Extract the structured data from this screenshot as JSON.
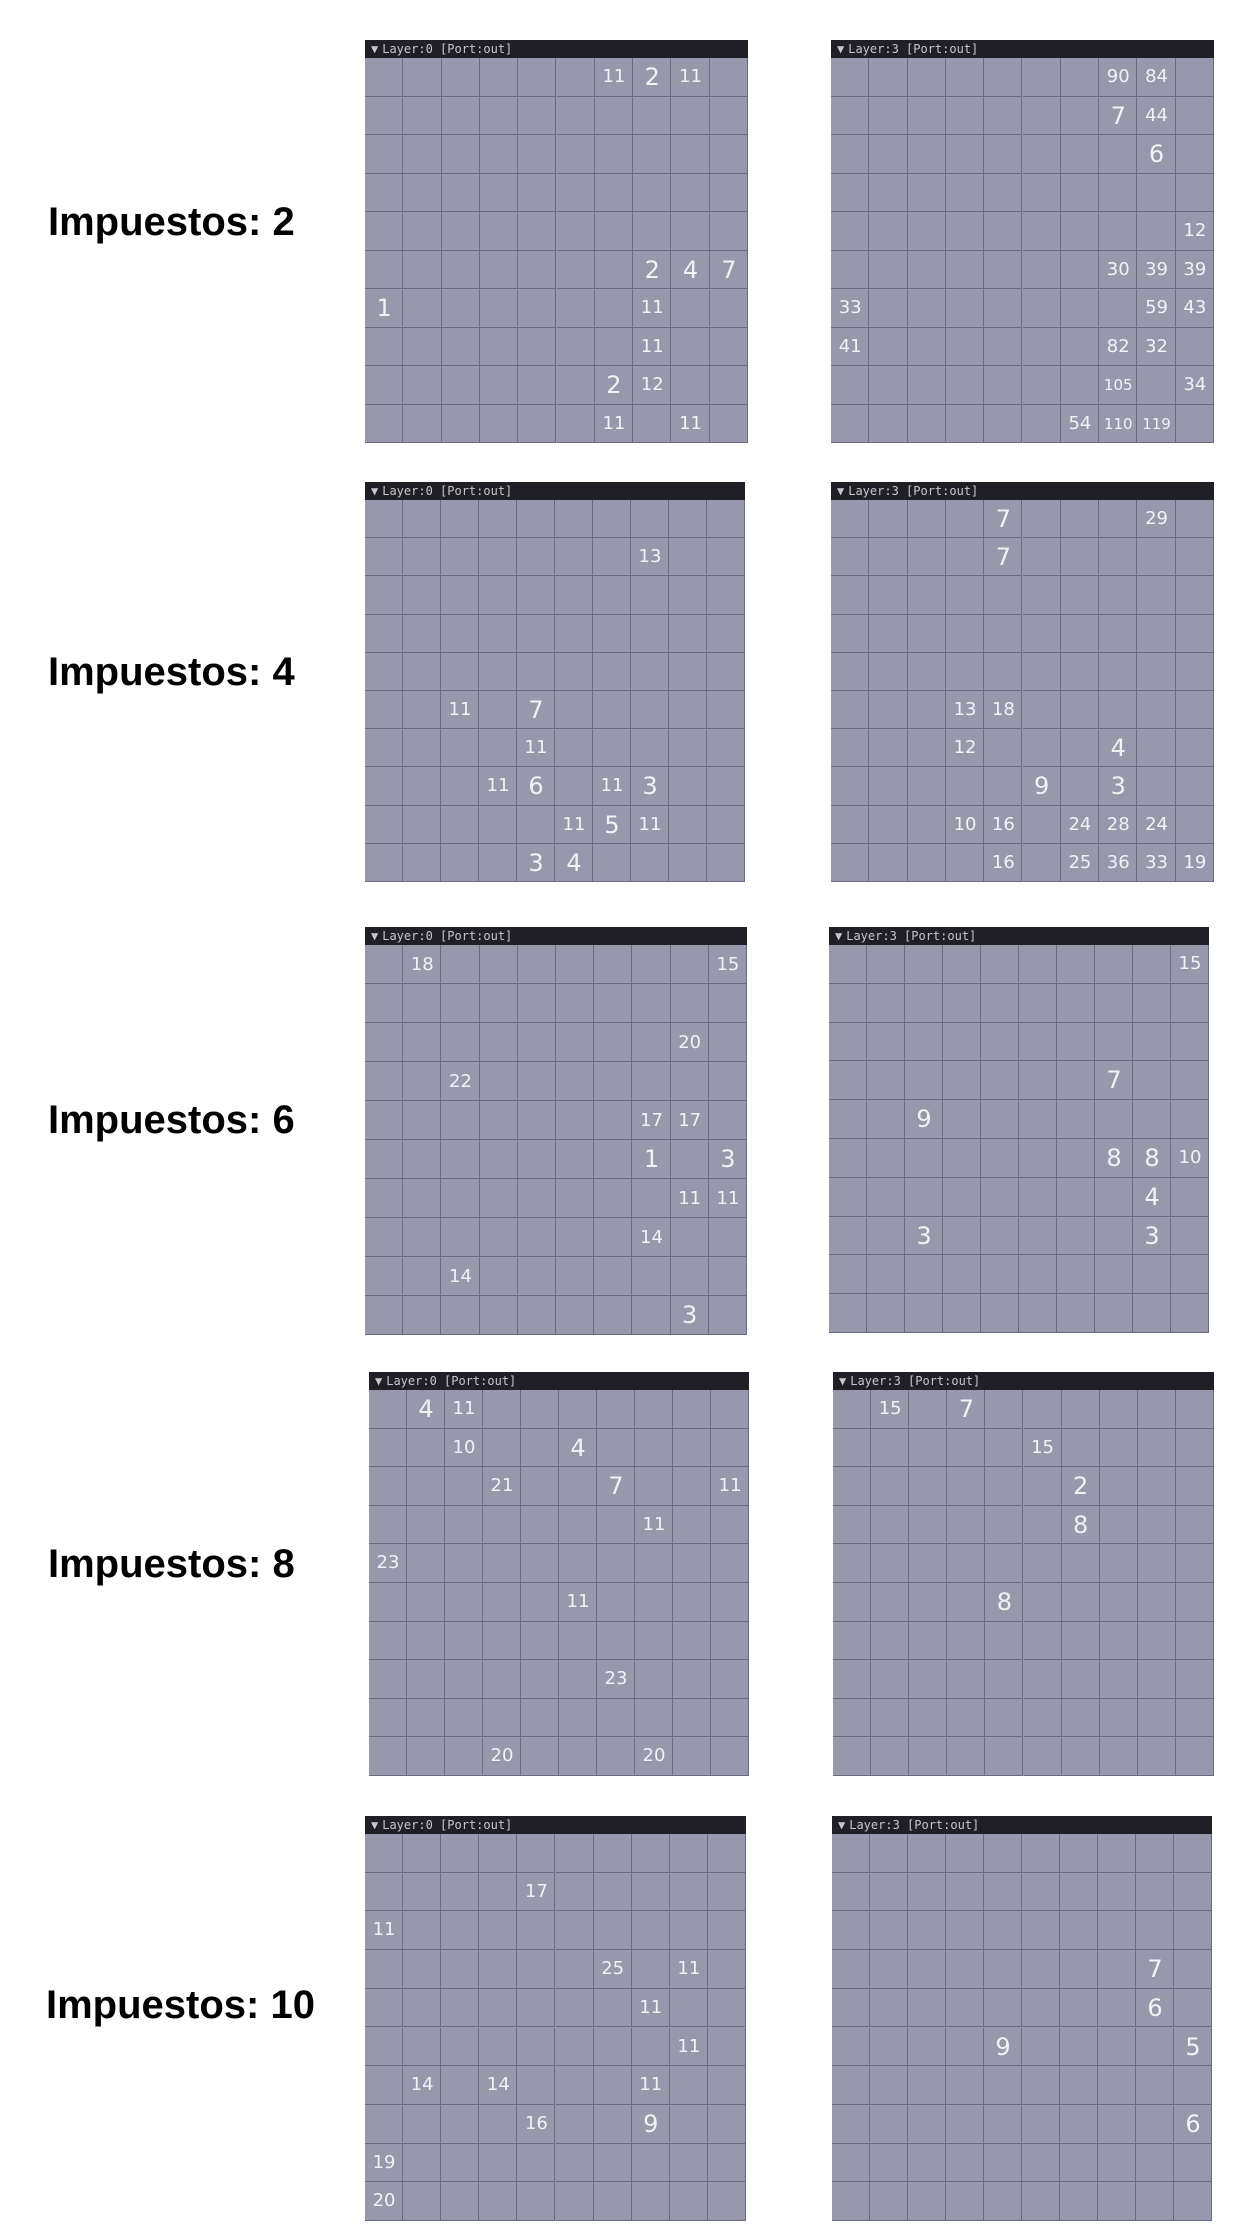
{
  "rows": [
    {
      "label": "Impuestos: 2",
      "panels": [
        {
          "title": "Layer:0 [Port:out]",
          "cells": [
            [
              0,
              6,
              "11"
            ],
            [
              0,
              7,
              "2"
            ],
            [
              0,
              8,
              "11"
            ],
            [
              5,
              7,
              "2"
            ],
            [
              5,
              8,
              "4"
            ],
            [
              5,
              9,
              "7"
            ],
            [
              6,
              0,
              "1"
            ],
            [
              6,
              7,
              "11"
            ],
            [
              7,
              7,
              "11"
            ],
            [
              8,
              6,
              "2"
            ],
            [
              8,
              7,
              "12"
            ],
            [
              9,
              6,
              "11"
            ],
            [
              9,
              8,
              "11"
            ]
          ]
        },
        {
          "title": "Layer:3 [Port:out]",
          "cells": [
            [
              0,
              7,
              "90"
            ],
            [
              0,
              8,
              "84"
            ],
            [
              1,
              7,
              "7"
            ],
            [
              1,
              8,
              "44"
            ],
            [
              2,
              8,
              "6"
            ],
            [
              4,
              9,
              "12"
            ],
            [
              5,
              7,
              "30"
            ],
            [
              5,
              8,
              "39"
            ],
            [
              5,
              9,
              "39"
            ],
            [
              6,
              0,
              "33"
            ],
            [
              6,
              8,
              "59"
            ],
            [
              6,
              9,
              "43"
            ],
            [
              7,
              0,
              "41"
            ],
            [
              7,
              7,
              "82"
            ],
            [
              7,
              8,
              "32"
            ],
            [
              8,
              7,
              "105"
            ],
            [
              8,
              9,
              "34"
            ],
            [
              9,
              6,
              "54"
            ],
            [
              9,
              7,
              "110"
            ],
            [
              9,
              8,
              "119"
            ]
          ]
        }
      ]
    },
    {
      "label": "Impuestos: 4",
      "panels": [
        {
          "title": "Layer:0 [Port:out]",
          "cells": [
            [
              1,
              7,
              "13"
            ],
            [
              5,
              2,
              "11"
            ],
            [
              5,
              4,
              "7"
            ],
            [
              6,
              4,
              "11"
            ],
            [
              7,
              3,
              "11"
            ],
            [
              7,
              4,
              "6"
            ],
            [
              7,
              6,
              "11"
            ],
            [
              7,
              7,
              "3"
            ],
            [
              8,
              5,
              "11"
            ],
            [
              8,
              6,
              "5"
            ],
            [
              8,
              7,
              "11"
            ],
            [
              9,
              4,
              "3"
            ],
            [
              9,
              5,
              "4"
            ]
          ]
        },
        {
          "title": "Layer:3 [Port:out]",
          "cells": [
            [
              0,
              4,
              "7"
            ],
            [
              0,
              8,
              "29"
            ],
            [
              1,
              4,
              "7"
            ],
            [
              5,
              3,
              "13"
            ],
            [
              5,
              4,
              "18"
            ],
            [
              6,
              3,
              "12"
            ],
            [
              6,
              7,
              "4"
            ],
            [
              7,
              5,
              "9"
            ],
            [
              7,
              7,
              "3"
            ],
            [
              8,
              3,
              "10"
            ],
            [
              8,
              4,
              "16"
            ],
            [
              8,
              6,
              "24"
            ],
            [
              8,
              7,
              "28"
            ],
            [
              8,
              8,
              "24"
            ],
            [
              9,
              4,
              "16"
            ],
            [
              9,
              6,
              "25"
            ],
            [
              9,
              7,
              "36"
            ],
            [
              9,
              8,
              "33"
            ],
            [
              9,
              9,
              "19"
            ]
          ]
        }
      ]
    },
    {
      "label": "Impuestos: 6",
      "panels": [
        {
          "title": "Layer:0 [Port:out]",
          "cells": [
            [
              0,
              1,
              "18"
            ],
            [
              0,
              9,
              "15"
            ],
            [
              2,
              8,
              "20"
            ],
            [
              3,
              2,
              "22"
            ],
            [
              4,
              7,
              "17"
            ],
            [
              4,
              8,
              "17"
            ],
            [
              5,
              7,
              "1"
            ],
            [
              5,
              9,
              "3"
            ],
            [
              6,
              8,
              "11"
            ],
            [
              6,
              9,
              "11"
            ],
            [
              7,
              7,
              "14"
            ],
            [
              8,
              2,
              "14"
            ],
            [
              9,
              8,
              "3"
            ]
          ]
        },
        {
          "title": "Layer:3 [Port:out]",
          "cells": [
            [
              0,
              9,
              "15"
            ],
            [
              3,
              7,
              "7"
            ],
            [
              4,
              2,
              "9"
            ],
            [
              5,
              7,
              "8"
            ],
            [
              5,
              8,
              "8"
            ],
            [
              5,
              9,
              "10"
            ],
            [
              6,
              8,
              "4"
            ],
            [
              7,
              2,
              "3"
            ],
            [
              7,
              8,
              "3"
            ]
          ]
        }
      ]
    },
    {
      "label": "Impuestos: 8",
      "panels": [
        {
          "title": "Layer:0 [Port:out]",
          "cells": [
            [
              0,
              1,
              "4"
            ],
            [
              0,
              2,
              "11"
            ],
            [
              1,
              2,
              "10"
            ],
            [
              1,
              5,
              "4"
            ],
            [
              2,
              3,
              "21"
            ],
            [
              2,
              6,
              "7"
            ],
            [
              2,
              9,
              "11"
            ],
            [
              3,
              7,
              "11"
            ],
            [
              4,
              0,
              "23"
            ],
            [
              5,
              5,
              "11"
            ],
            [
              7,
              6,
              "23"
            ],
            [
              9,
              3,
              "20"
            ],
            [
              9,
              7,
              "20"
            ]
          ]
        },
        {
          "title": "Layer:3 [Port:out]",
          "cells": [
            [
              0,
              1,
              "15"
            ],
            [
              0,
              3,
              "7"
            ],
            [
              1,
              5,
              "15"
            ],
            [
              2,
              6,
              "2"
            ],
            [
              3,
              6,
              "8"
            ],
            [
              5,
              4,
              "8"
            ]
          ]
        }
      ]
    },
    {
      "label": "Impuestos: 10",
      "panels": [
        {
          "title": "Layer:0 [Port:out]",
          "cells": [
            [
              1,
              4,
              "17"
            ],
            [
              2,
              0,
              "11"
            ],
            [
              3,
              6,
              "25"
            ],
            [
              3,
              8,
              "11"
            ],
            [
              4,
              7,
              "11"
            ],
            [
              5,
              8,
              "11"
            ],
            [
              6,
              1,
              "14"
            ],
            [
              6,
              3,
              "14"
            ],
            [
              6,
              7,
              "11"
            ],
            [
              7,
              4,
              "16"
            ],
            [
              7,
              7,
              "9"
            ],
            [
              8,
              0,
              "19"
            ],
            [
              9,
              0,
              "20"
            ]
          ]
        },
        {
          "title": "Layer:3 [Port:out]",
          "cells": [
            [
              3,
              8,
              "7"
            ],
            [
              4,
              8,
              "6"
            ],
            [
              5,
              4,
              "9"
            ],
            [
              5,
              9,
              "5"
            ],
            [
              7,
              9,
              "6"
            ]
          ]
        }
      ]
    }
  ]
}
